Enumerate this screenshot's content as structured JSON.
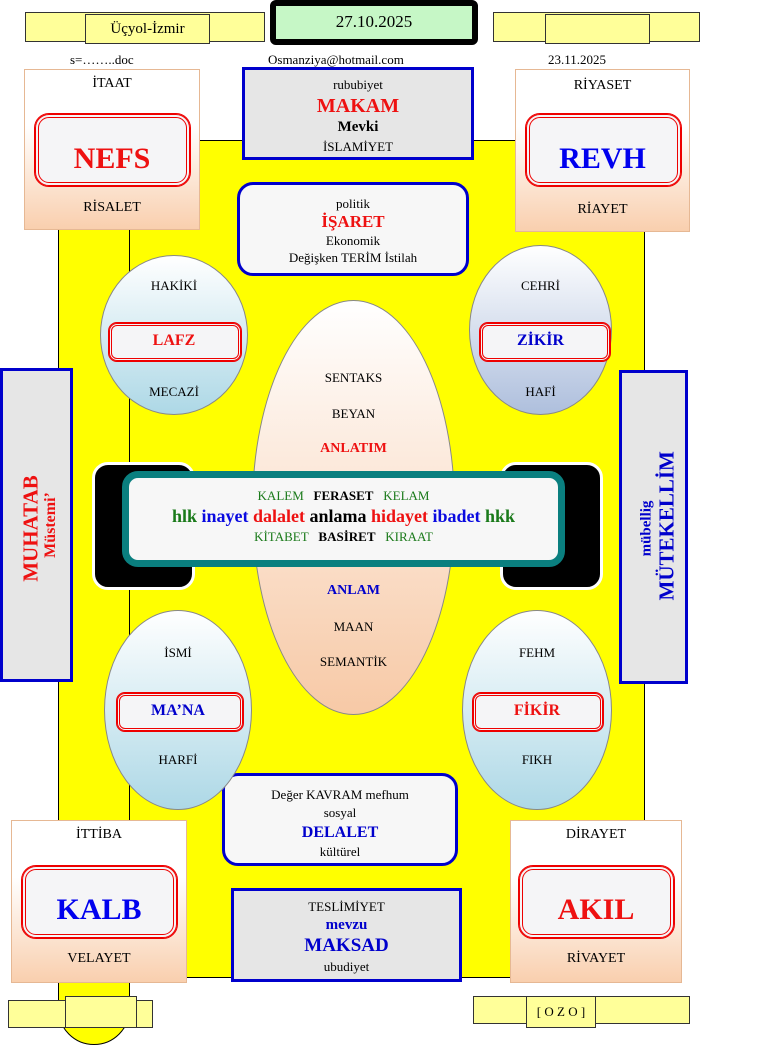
{
  "header": {
    "location": "Üçyol-İzmir",
    "date": "27.10.2025",
    "file": "s=……..doc",
    "email": "Osmanziya@hotmail.com",
    "date2": "23.11.2025",
    "footer_tag": "[ O Z O ]"
  },
  "nefs_card": {
    "top": "İTAAT",
    "main": "NEFS",
    "bottom": "RİSALET"
  },
  "revh_card": {
    "top": "RİYASET",
    "main": "REVH",
    "bottom": "RİAYET"
  },
  "kalb_card": {
    "top": "İTTİBA",
    "main": "KALB",
    "bottom": "VELAYET"
  },
  "akil_card": {
    "top": "DİRAYET",
    "main": "AKIL",
    "bottom": "RİVAYET"
  },
  "makam_box": {
    "l1": "rububiyet",
    "l2": "MAKAM",
    "l3": "Mevki",
    "l4": "İSLAMİYET"
  },
  "isaret_box": {
    "l1": "politik",
    "l2": "İŞARET",
    "l3": "Ekonomik",
    "l4": "Değişken TERİM İstilah"
  },
  "delalet_box": {
    "l1": "Değer KAVRAM mefhum",
    "l2": "sosyal",
    "l3": "DELALET",
    "l4": "kültürel"
  },
  "maksad_box": {
    "l1": "TESLİMİYET",
    "l2": "mevzu",
    "l3": "MAKSAD",
    "l4": "ubudiyet"
  },
  "lafz": {
    "top": "HAKİKİ",
    "main": "LAFZ",
    "bottom": "MECAZİ"
  },
  "zikir": {
    "top": "CEHRİ",
    "main": "ZİKİR",
    "bottom": "HAFİ"
  },
  "mana": {
    "top": "İSMİ",
    "main": "MA’NA",
    "bottom": "HARFİ"
  },
  "fikir": {
    "top": "FEHM",
    "main": "FİKİR",
    "bottom": "FIKH"
  },
  "center": {
    "top": [
      "SENTAKS",
      "BEYAN",
      "ANLATIM"
    ],
    "bottom": [
      "ANLAM",
      "MAAN",
      "SEMANTİK"
    ]
  },
  "banner": {
    "r1": [
      "KALEM",
      "FERASET",
      "KELAM"
    ],
    "r2": [
      "hlk",
      "inayet",
      "dalalet",
      "anlama",
      "hidayet",
      "ibadet",
      "hkk"
    ],
    "r3": [
      "KİTABET",
      "BASİRET",
      "KIRAAT"
    ]
  },
  "left_panel": {
    "main": "MUHATAB",
    "sub": "Müstemi’"
  },
  "right_panel": {
    "sub": "mübellig",
    "main": "MÜTEKELLİM"
  },
  "colors": {
    "red": "#ee1111",
    "blue": "#0a0ae0",
    "green": "#1a7a1a",
    "yellow": "#ffff00",
    "teal": "#0a7f7f"
  }
}
